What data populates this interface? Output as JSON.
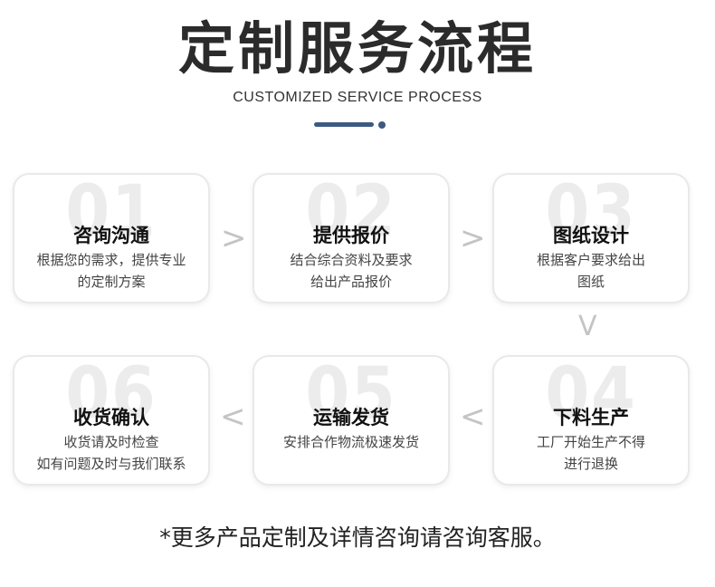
{
  "header": {
    "title": "定制服务流程",
    "subtitle": "CUSTOMIZED SERVICE PROCESS"
  },
  "steps": [
    {
      "num": "01",
      "title": "咨询沟通",
      "desc1": "根据您的需求，提供专业",
      "desc2": "的定制方案"
    },
    {
      "num": "02",
      "title": "提供报价",
      "desc1": "结合综合资料及要求",
      "desc2": "给出产品报价"
    },
    {
      "num": "03",
      "title": "图纸设计",
      "desc1": "根据客户要求给出",
      "desc2": "图纸"
    },
    {
      "num": "04",
      "title": "下料生产",
      "desc1": "工厂开始生产不得",
      "desc2": "进行退换"
    },
    {
      "num": "05",
      "title": "运输发货",
      "desc1": "安排合作物流极速发货",
      "desc2": ""
    },
    {
      "num": "06",
      "title": "收货确认",
      "desc1": "收货请及时检查",
      "desc2": "如有问题及时与我们联系"
    }
  ],
  "arrows": {
    "right": ">",
    "down": "V",
    "left": "<"
  },
  "footer": {
    "note": "*更多产品定制及详情咨询请咨询客服。"
  },
  "colors": {
    "accent": "#3d5a80",
    "arrow": "#c4c4c4",
    "num_watermark": "#ececec"
  }
}
